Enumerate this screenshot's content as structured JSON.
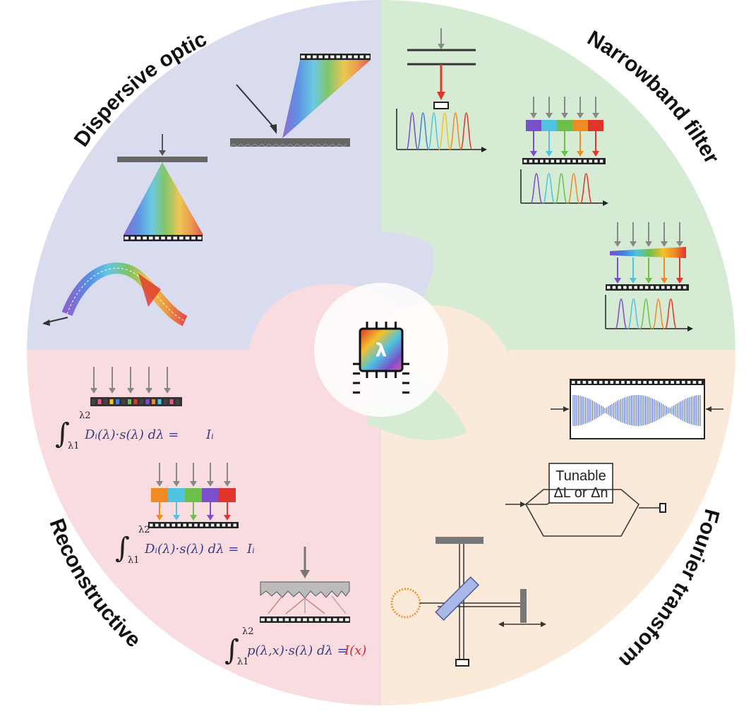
{
  "quadrants": {
    "dispersive": {
      "label": "Dispersive optics",
      "color": "#d9dcef"
    },
    "narrowband": {
      "label": "Narrowband filters",
      "color": "#d6ebd3"
    },
    "fourier": {
      "label": "Fourier transform",
      "color": "#fbe9d9"
    },
    "reconstructive": {
      "label": "Reconstructive",
      "color": "#f8dcdf"
    }
  },
  "center_chip": {
    "symbol": "λ",
    "icon": "spectrometer-chip-icon"
  },
  "equations": {
    "eq1": {
      "lower": "λ1",
      "upper": "λ2",
      "integrand": "Dᵢ(λ)·s(λ) dλ =",
      "rhs": "Iᵢ"
    },
    "eq2": {
      "lower": "λ1",
      "upper": "λ2",
      "integrand": "Dᵢ(λ)·s(λ) dλ =",
      "rhs": "Iᵢ"
    },
    "eq3": {
      "lower": "λ1",
      "upper": "λ2",
      "integrand": "p(λ,x)·s(λ) dλ =",
      "rhs": "I(x)"
    }
  },
  "tunable_box": {
    "line1": "Tunable",
    "line2": "ΔL or Δn"
  },
  "spectrum_colors": [
    "#7b4fc9",
    "#3f7fe0",
    "#4fc3e0",
    "#6cc04a",
    "#f2c12e",
    "#f08a24",
    "#e0342c"
  ]
}
